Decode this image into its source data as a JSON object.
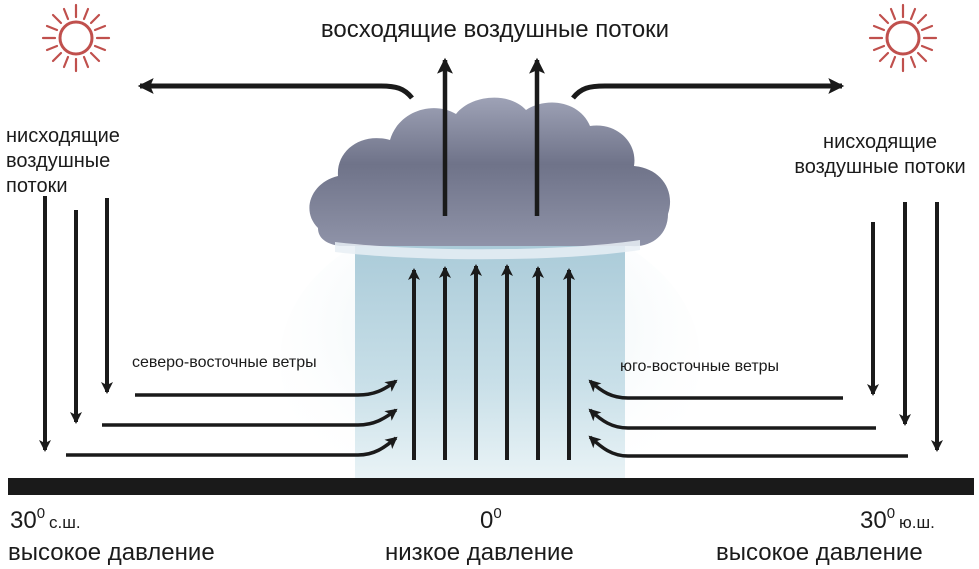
{
  "labels": {
    "ascending": "восходящие воздушные потоки",
    "descending_left": "нисходящие воздушные потоки",
    "descending_right": "нисходящие воздушные потоки",
    "winds_ne": "северо-восточные ветры",
    "winds_se": "юго-восточные ветры"
  },
  "latitudes": {
    "left": {
      "num": "30",
      "sup": "0",
      "hemi": "с.ш."
    },
    "center": {
      "num": "0",
      "sup": "0"
    },
    "right": {
      "num": "30",
      "sup": "0",
      "hemi": "ю.ш."
    }
  },
  "pressure": {
    "left": "высокое давление",
    "center": "низкое давление",
    "right": "высокое давление"
  },
  "colors": {
    "sun": "#c0504d",
    "cloud_dark": "#6d7186",
    "cloud_light": "#b4b7c7",
    "rain_column": "#c2dbe5",
    "arrow": "#1a1a1a",
    "ground": "#1a1a1a"
  }
}
